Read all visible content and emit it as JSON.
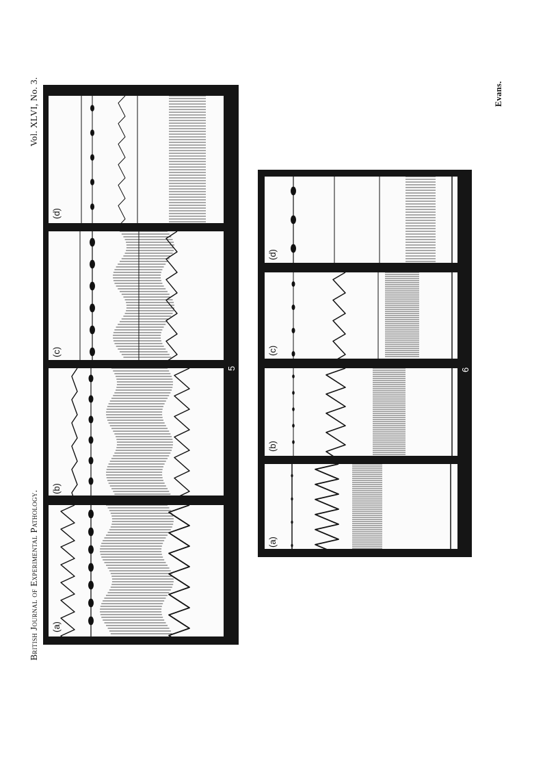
{
  "header": {
    "journal": "British Journal of Experimental Pathology.",
    "volume": "Vol. XLVI, No. 3.",
    "author": "Evans."
  },
  "figure5": {
    "number": "5",
    "panels": [
      {
        "label": "(a)"
      },
      {
        "label": "(b)"
      },
      {
        "label": "(c)"
      },
      {
        "label": "(d)"
      }
    ]
  },
  "figure6": {
    "number": "6",
    "panels": [
      {
        "label": "(a)"
      },
      {
        "label": "(b)"
      },
      {
        "label": "(c)"
      },
      {
        "label": "(d)"
      }
    ]
  }
}
